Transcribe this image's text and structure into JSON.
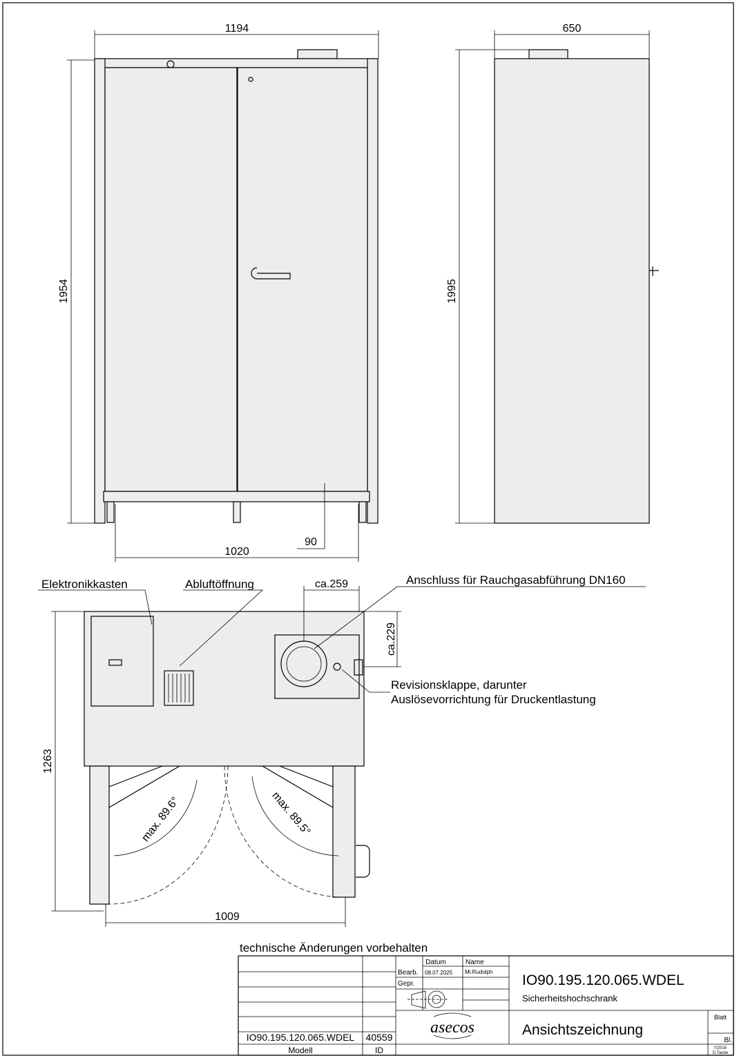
{
  "front_view": {
    "width_dim": "1194",
    "height_dim": "1954",
    "base_dim": "1020",
    "foot_dim": "90"
  },
  "side_view": {
    "depth_dim": "650",
    "height_dim": "1995"
  },
  "plan_view": {
    "label_electronics": "Elektronikkasten",
    "label_exhaust": "Abluftöffnung",
    "label_flue": "Anschluss für Rauchgasabführung DN160",
    "label_revision_1": "Revisionsklappe, darunter",
    "label_revision_2": "Auslösevorrichtung für Druckentlastung",
    "dim_259": "ca.259",
    "dim_229": "ca.229",
    "dim_depth": "1263",
    "dim_width": "1009",
    "angle_left": "max. 89.6°",
    "angle_right": "max. 89.5°"
  },
  "note": "technische Änderungen vorbehalten",
  "title_block": {
    "datum_header": "Datum",
    "name_header": "Name",
    "bearb_label": "Bearb.",
    "bearb_date": "08.07.2025",
    "bearb_name": "Mi.Rudolph",
    "gepr_label": "Gepr.",
    "drawing_number": "IO90.195.120.065.WDEL",
    "product": "Sicherheitshochschrank",
    "drawing_type": "Ansichtszeichnung",
    "logo": "asecos",
    "blatt_label": "Blatt",
    "bl_label": "Bl.",
    "model_value": "IO90.195.120.065.WDEL",
    "id_value": "40559",
    "model_label": "Modell",
    "id_label": "ID",
    "copyright_1": "©2016",
    "copyright_2": "D.Taube"
  }
}
